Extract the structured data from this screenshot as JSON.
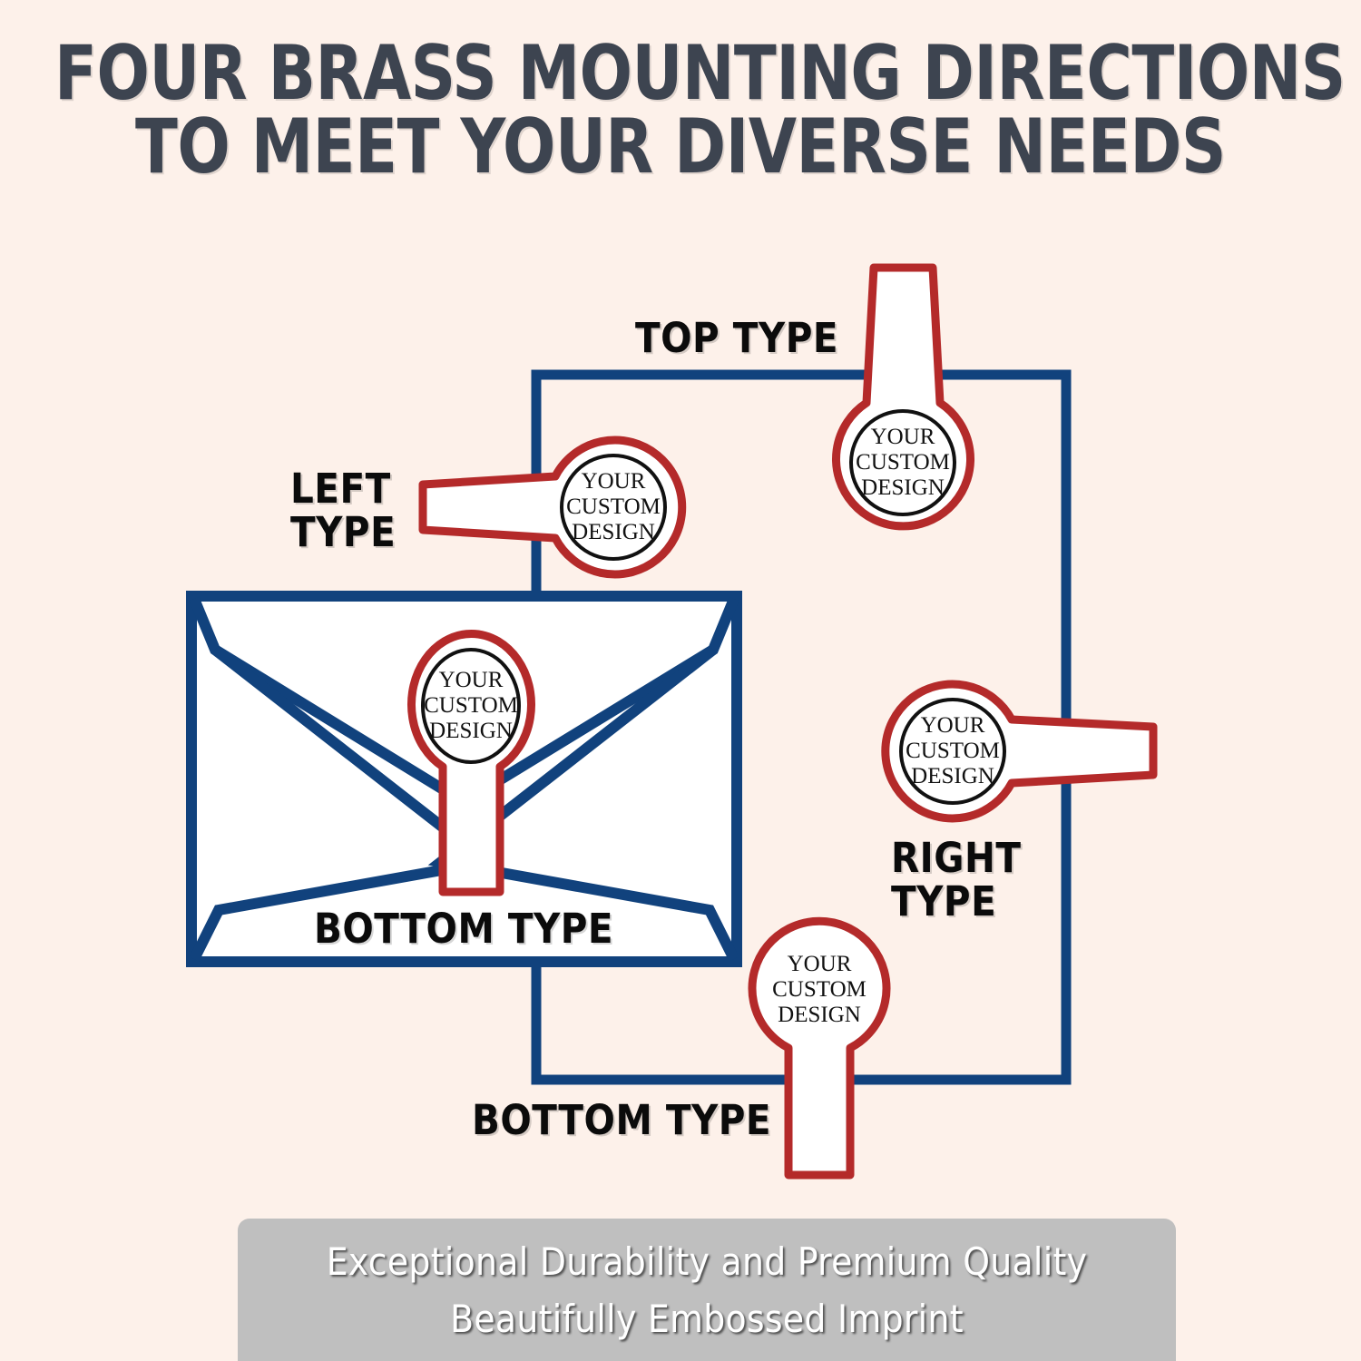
{
  "page": {
    "background_color": "#fdf1ea",
    "title": {
      "line1": "FOUR BRASS MOUNTING DIRECTIONS",
      "line2": "TO MEET YOUR DIVERSE NEEDS",
      "color": "#3d4450"
    }
  },
  "colors": {
    "navy": "#11427d",
    "dark_red": "#b42a2a",
    "white": "#ffffff",
    "black": "#111111",
    "banner_gray": "#bfbfbf",
    "label_black": "#0b0b0b"
  },
  "labels": {
    "top_type": "TOP TYPE",
    "left_type_line1": "LEFT",
    "left_type_line2": "TYPE",
    "right_type_line1": "RIGHT",
    "right_type_line2": "TYPE",
    "bottom_type_envelope": "BOTTOM TYPE",
    "bottom_type_outer": "BOTTOM TYPE"
  },
  "stamps": [
    {
      "id": "top",
      "direction": "top",
      "text_line1": "YOUR",
      "text_line2": "CUSTOM",
      "text_line3": "DESIGN",
      "has_inner_ring": true
    },
    {
      "id": "left",
      "direction": "left",
      "text_line1": "YOUR",
      "text_line2": "CUSTOM",
      "text_line3": "DESIGN",
      "has_inner_ring": true
    },
    {
      "id": "right",
      "direction": "right",
      "text_line1": "YOUR",
      "text_line2": "CUSTOM",
      "text_line3": "DESIGN",
      "has_inner_ring": true
    },
    {
      "id": "envelope-bottom",
      "direction": "bottom",
      "text_line1": "YOUR",
      "text_line2": "CUSTOM",
      "text_line3": "DESIGN",
      "has_inner_ring": true
    },
    {
      "id": "outer-bottom",
      "direction": "bottom",
      "text_line1": "YOUR",
      "text_line2": "CUSTOM",
      "text_line3": "DESIGN",
      "has_inner_ring": false
    }
  ],
  "footer": {
    "line1": "Exceptional Durability and Premium Quality",
    "line2": "Beautifully Embossed Imprint"
  }
}
